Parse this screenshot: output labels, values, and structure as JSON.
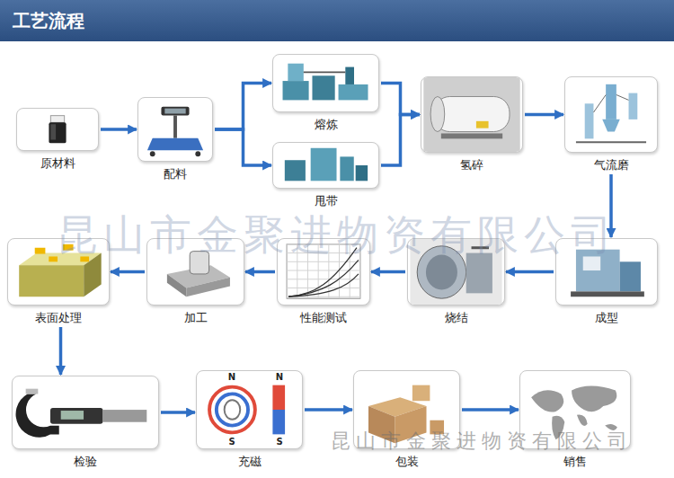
{
  "diagram": {
    "title": "工艺流程",
    "nodes": [
      {
        "text": [
          "原材料"
        ]
      },
      {
        "text": [
          "配料"
        ]
      },
      {
        "text": [
          "熔炼"
        ]
      },
      {
        "text": [
          "甩带"
        ]
      },
      {
        "text": [
          "氢碎"
        ]
      },
      {
        "text": [
          "气流磨"
        ]
      },
      {
        "text": [
          "成型"
        ]
      },
      {
        "text": [
          "烧结"
        ]
      },
      {
        "text": [
          "性能测试"
        ]
      },
      {
        "text": [
          "加工"
        ]
      },
      {
        "text": [
          "表面处理"
        ]
      },
      {
        "text": [
          "检验"
        ]
      },
      {
        "text": [
          "充磁"
        ]
      },
      {
        "text": [
          "包装"
        ]
      },
      {
        "text": [
          "销售"
        ]
      }
    ],
    "edges": [
      {
        "from": 0,
        "to": 1,
        "arrow": "to"
      },
      {
        "from": 1,
        "to": 2,
        "arrow": "to"
      },
      {
        "from": 1,
        "to": 3,
        "arrow": "to"
      },
      {
        "from": 2,
        "to": 4,
        "arrow": "to"
      },
      {
        "from": 3,
        "to": 4,
        "arrow": "to"
      },
      {
        "from": 4,
        "to": 5,
        "arrow": "to"
      },
      {
        "from": 5,
        "to": 6,
        "arrow": "to"
      },
      {
        "from": 6,
        "to": 7,
        "arrow": "to"
      },
      {
        "from": 7,
        "to": 8,
        "arrow": "to"
      },
      {
        "from": 8,
        "to": 9,
        "arrow": "to"
      },
      {
        "from": 9,
        "to": 10,
        "arrow": "to"
      },
      {
        "from": 10,
        "to": 11,
        "arrow": "to"
      },
      {
        "from": 11,
        "to": 12,
        "arrow": "to"
      },
      {
        "from": 12,
        "to": 13,
        "arrow": "to"
      },
      {
        "from": 13,
        "to": 14,
        "arrow": "to"
      }
    ],
    "labels": [
      "昆山市金聚进物资有限公司",
      "N",
      "S",
      "N",
      "S",
      "昆山市金聚进物资有限公司"
    ]
  }
}
